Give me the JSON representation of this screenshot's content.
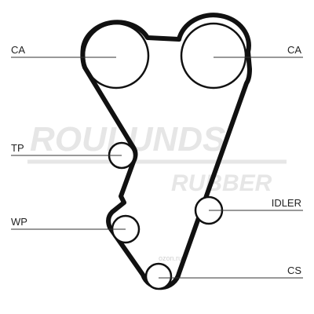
{
  "labels": {
    "ca_left": "CA",
    "ca_right": "CA",
    "tp": "TP",
    "wp": "WP",
    "idler": "IDLER",
    "cs": "CS"
  },
  "watermark": {
    "brand": "ROULUNDS",
    "sub": "RUBBER",
    "site": "ozon.ru"
  },
  "colors": {
    "belt": "#111111",
    "lines": "#333333",
    "watermark": "#e6e6e6"
  }
}
